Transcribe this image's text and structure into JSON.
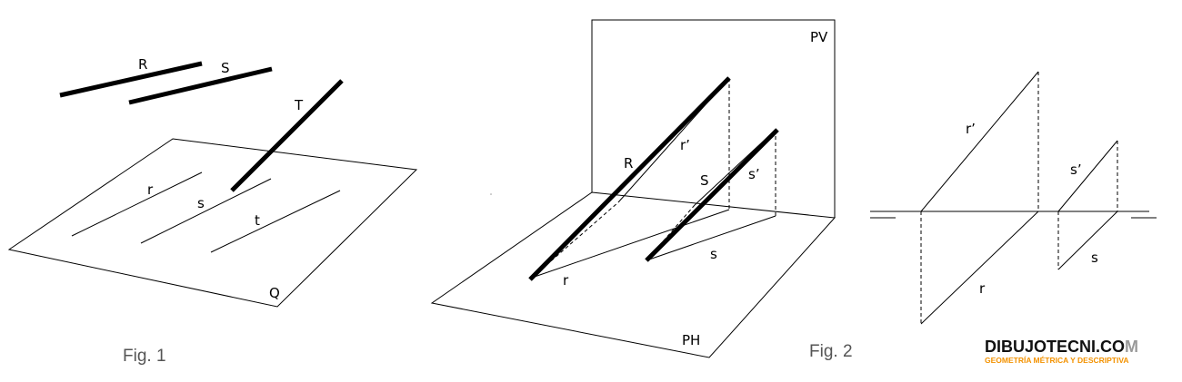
{
  "fig1": {
    "caption": "Fig. 1",
    "labels": {
      "R": "R",
      "S": "S",
      "T": "T",
      "r": "r",
      "s": "s",
      "t": "t",
      "Q": "Q"
    }
  },
  "fig2": {
    "caption": "Fig. 2",
    "labels": {
      "PV": "PV",
      "PH": "PH",
      "R": "R",
      "S": "S",
      "r_prime": "r’",
      "s_prime": "s’",
      "r": "r",
      "s": "s"
    }
  },
  "fig3": {
    "labels": {
      "r_prime": "r’",
      "s_prime": "s’",
      "r": "r",
      "s": "s"
    }
  },
  "brand": {
    "name_main": "DIBUJOTECNI.CO",
    "name_tail": "M",
    "subtitle": "GEOMETRÍA MÉTRICA Y DESCRIPTIVA",
    "main_color": "#111111",
    "tail_color": "#999999",
    "subtitle_color": "#f39200"
  }
}
